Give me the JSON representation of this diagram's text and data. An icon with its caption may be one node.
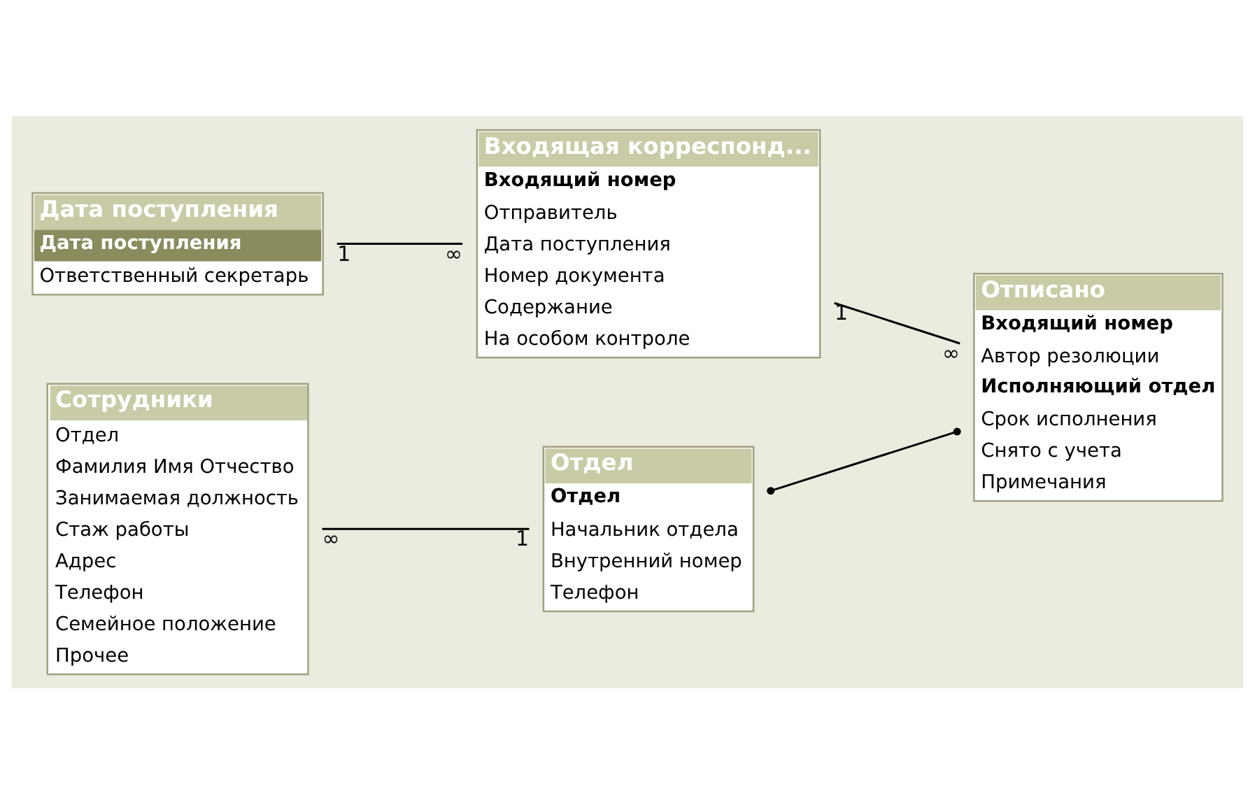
{
  "diagram": {
    "nodes": [
      {
        "text": [
          "Дата поступления",
          "Дата поступления",
          "Ответственный секретарь"
        ]
      },
      {
        "text": [
          "Входящая корреспонд...",
          "Входящий номер",
          "Отправитель",
          "Дата поступления",
          "Номер документа",
          "Содержание",
          "На особом контроле"
        ]
      },
      {
        "text": [
          "Отписано",
          "Входящий номер",
          "Автор резолюции",
          "Исполняющий отдел",
          "Срок исполнения",
          "Снято с учета",
          "Примечания"
        ]
      },
      {
        "text": [
          "Сотрудники",
          "Отдел",
          "Фамилия Имя Отчество",
          "Занимаемая должность",
          "Стаж работы",
          "Адрес",
          "Телефон",
          "Семейное положение",
          "Прочее"
        ]
      },
      {
        "text": [
          "Отдел",
          "Отдел",
          "Начальник отдела",
          "Внутренний номер",
          "Телефон"
        ]
      }
    ],
    "edges": [
      {
        "from": 0,
        "to": 1,
        "arrow": "none"
      },
      {
        "from": 1,
        "to": 2,
        "arrow": "none"
      },
      {
        "from": 3,
        "to": 4,
        "arrow": "none"
      },
      {
        "from": 4,
        "to": 2,
        "arrow": "other"
      }
    ],
    "labels": [
      "1",
      "∞",
      "1",
      "∞",
      "∞",
      "1"
    ]
  }
}
